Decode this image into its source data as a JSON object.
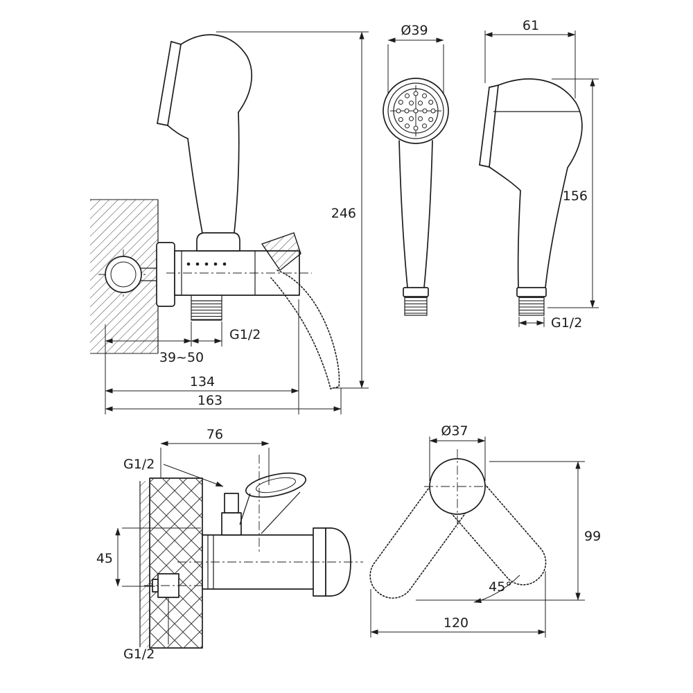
{
  "drawing": {
    "background": "#ffffff",
    "line_color": "#1c1c1c",
    "views": {
      "assembly": {
        "dims": {
          "total_height": "246",
          "wall_thickness_range": "39~50",
          "outlet_thread": "G1/2",
          "body_length": "134",
          "total_length": "163"
        }
      },
      "head_front": {
        "dims": {
          "face_diameter": "Ø39"
        }
      },
      "head_side": {
        "dims": {
          "width": "61",
          "height": "156",
          "thread": "G1/2"
        }
      },
      "mixer_top": {
        "dims": {
          "depth": "76",
          "top_thread": "G1/2",
          "port_offset": "45",
          "bottom_thread": "G1/2"
        }
      },
      "handle_top": {
        "dims": {
          "cap_diameter": "Ø37",
          "length": "99",
          "swing_angle": "45°",
          "width": "120"
        }
      }
    }
  }
}
